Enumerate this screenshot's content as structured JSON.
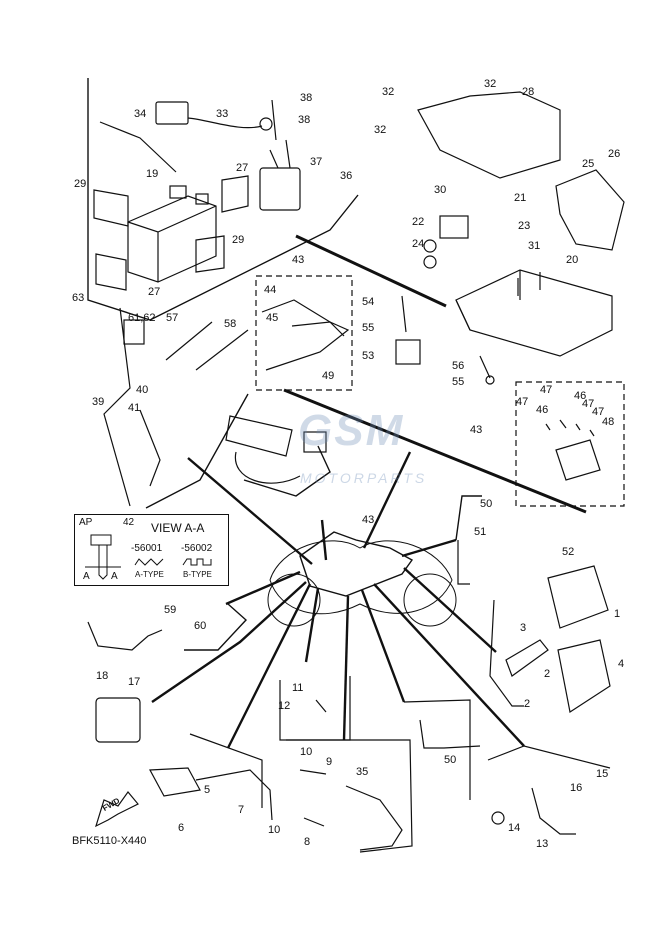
{
  "diagram_code": "BFK5110-X440",
  "view_box": {
    "ap": "AP",
    "part": "42",
    "title": "VIEW A-A",
    "code_a": "-56001",
    "code_b": "-56002",
    "type_a": "A-TYPE",
    "type_b": "B-TYPE",
    "a_left": "A",
    "a_right": "A"
  },
  "fwd_label": "FWD",
  "watermark": {
    "main": "GSM",
    "sub": "MOTORPARTS"
  },
  "callouts": [
    "1",
    "2",
    "2",
    "3",
    "4",
    "5",
    "6",
    "7",
    "8",
    "9",
    "10",
    "10",
    "11",
    "12",
    "13",
    "14",
    "15",
    "16",
    "17",
    "18",
    "19",
    "20",
    "21",
    "22",
    "23",
    "24",
    "25",
    "26",
    "27",
    "27",
    "28",
    "29",
    "29",
    "30",
    "31",
    "32",
    "32",
    "32",
    "33",
    "34",
    "35",
    "36",
    "37",
    "38",
    "38",
    "39",
    "40",
    "41",
    "43",
    "43",
    "43",
    "44",
    "45",
    "46",
    "46",
    "47",
    "47",
    "47",
    "47",
    "48",
    "49",
    "50",
    "50",
    "51",
    "52",
    "53",
    "54",
    "55",
    "55",
    "56",
    "57",
    "58",
    "59",
    "60",
    "61,62",
    "63"
  ]
}
